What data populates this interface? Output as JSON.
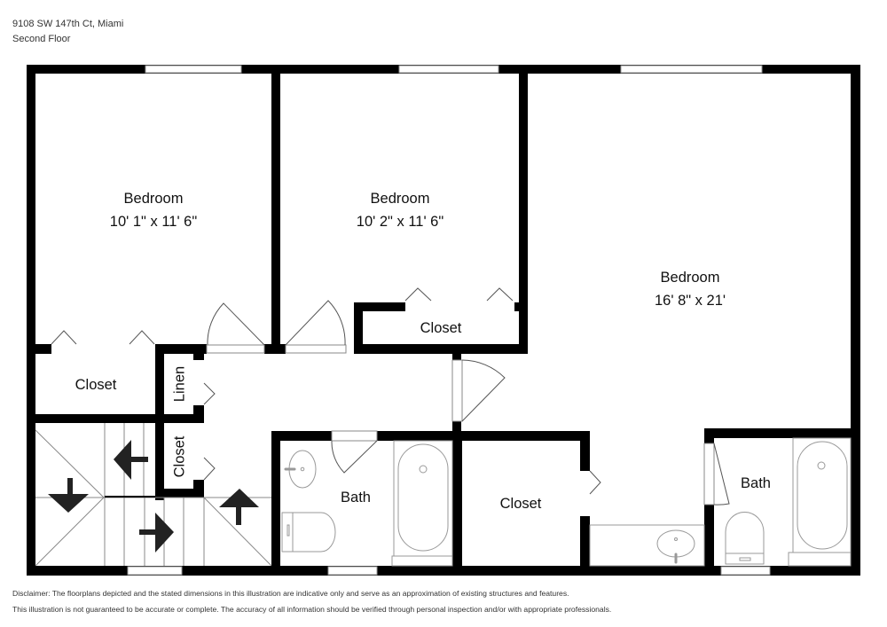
{
  "header": {
    "address": "9108 SW 147th Ct, Miami",
    "floor": "Second Floor"
  },
  "rooms": [
    {
      "name": "Bedroom",
      "dimensions": "10' 1\" x 11' 6\""
    },
    {
      "name": "Bedroom",
      "dimensions": "10' 2\" x 11' 6\""
    },
    {
      "name": "Bedroom",
      "dimensions": "16' 8\" x 21'"
    },
    {
      "name": "Closet"
    },
    {
      "name": "Closet"
    },
    {
      "name": "Linen"
    },
    {
      "name": "Closet"
    },
    {
      "name": "Bath"
    },
    {
      "name": "Closet"
    },
    {
      "name": "Bath"
    }
  ],
  "stairs": {
    "arrows": [
      "down",
      "left",
      "right",
      "up"
    ]
  },
  "colors": {
    "wall": "#000000",
    "window": "#ffffff",
    "fixture_line": "#9a9a9a",
    "arrow": "#222222"
  },
  "disclaimer": {
    "line1": "Disclaimer: The floorplans depicted and the stated dimensions in this illustration are indicative only and serve as an approximation of existing structures and features.",
    "line2": "This illustration is not guaranteed to be accurate or complete. The accuracy of all information should be verified through personal inspection and/or with appropriate professionals."
  }
}
